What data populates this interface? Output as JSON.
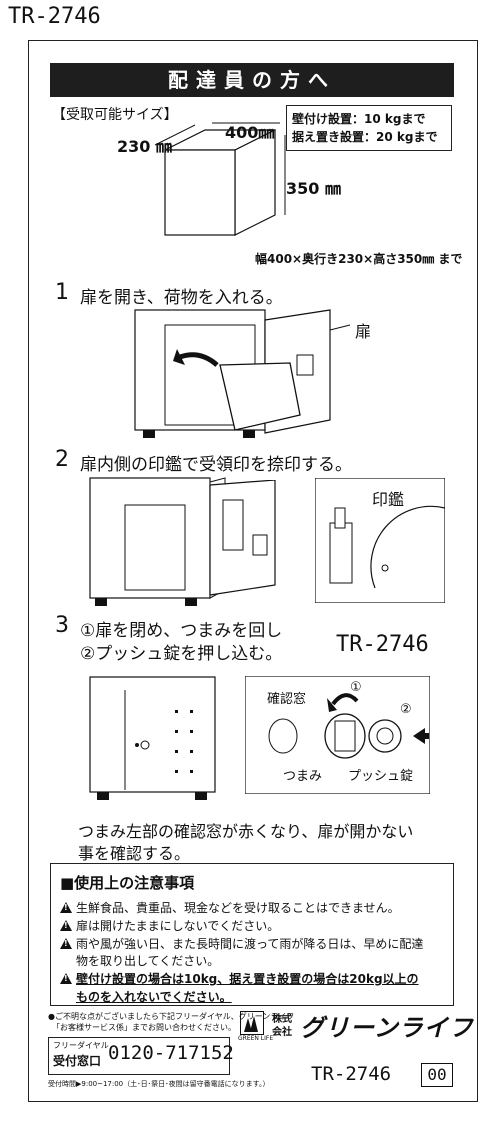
{
  "model_header": "TR-2746",
  "title": "配達員の方へ",
  "size_section": {
    "heading": "【受取可能サイズ】",
    "dim_width": "400㎜",
    "dim_depth": "230 ㎜",
    "dim_height": "350 ㎜",
    "weight_wall": "壁付け設置：10 kgまで",
    "weight_floor": "据え置き設置：20 kgまで",
    "summary": "幅400×奥行き230×高さ350㎜ まで"
  },
  "steps": [
    {
      "num": "1",
      "text": "扉を開き、荷物を入れる。",
      "callout": "扉"
    },
    {
      "num": "2",
      "text": "扉内側の印鑑で受領印を捺印する。",
      "callout": "印鑑"
    },
    {
      "num": "3",
      "text_line1": "①扉を閉め、つまみを回し",
      "text_line2": "②プッシュ錠を押し込む。",
      "model": "TR-2746",
      "labels": {
        "window": "確認窓",
        "knob": "つまみ",
        "push_lock": "プッシュ錠",
        "mark1": "①",
        "mark2": "②"
      }
    }
  ],
  "confirm_text_line1": "つまみ左部の確認窓が赤くなり、扉が開かない",
  "confirm_text_line2": "事を確認する。",
  "cautions": {
    "heading": "■使用上の注意事項",
    "items": [
      "生鮮食品、貴重品、現金などを受け取ることはできません。",
      "扉は開けたままにしないでください。",
      "雨や風が強い日、また長時間に渡って雨が降る日は、早めに配達",
      "物を取り出してください。",
      "壁付け設置の場合は10kg、据え置き設置の場合は20kg以上の",
      "ものを入れないでください。"
    ]
  },
  "footer": {
    "inquiry_line1": "●ご不明な点がございましたら下記フリーダイヤル、グリーンライフ",
    "inquiry_line2": "「お客様サービス係」までお問い合わせください。",
    "freedial_label1": "フリーダイヤル",
    "freedial_label2": "受付窓口",
    "phone": "0120-717152",
    "hours": "受付時間▶9:00~17:00（土･日･祭日･夜間は留守番電話になります。）",
    "company_prefix1": "株式",
    "company_prefix2": "会社",
    "company_name": "グリーンライフ",
    "logo_caption": "GREEN LIFE",
    "model": "TR-2746",
    "revision": "00"
  }
}
